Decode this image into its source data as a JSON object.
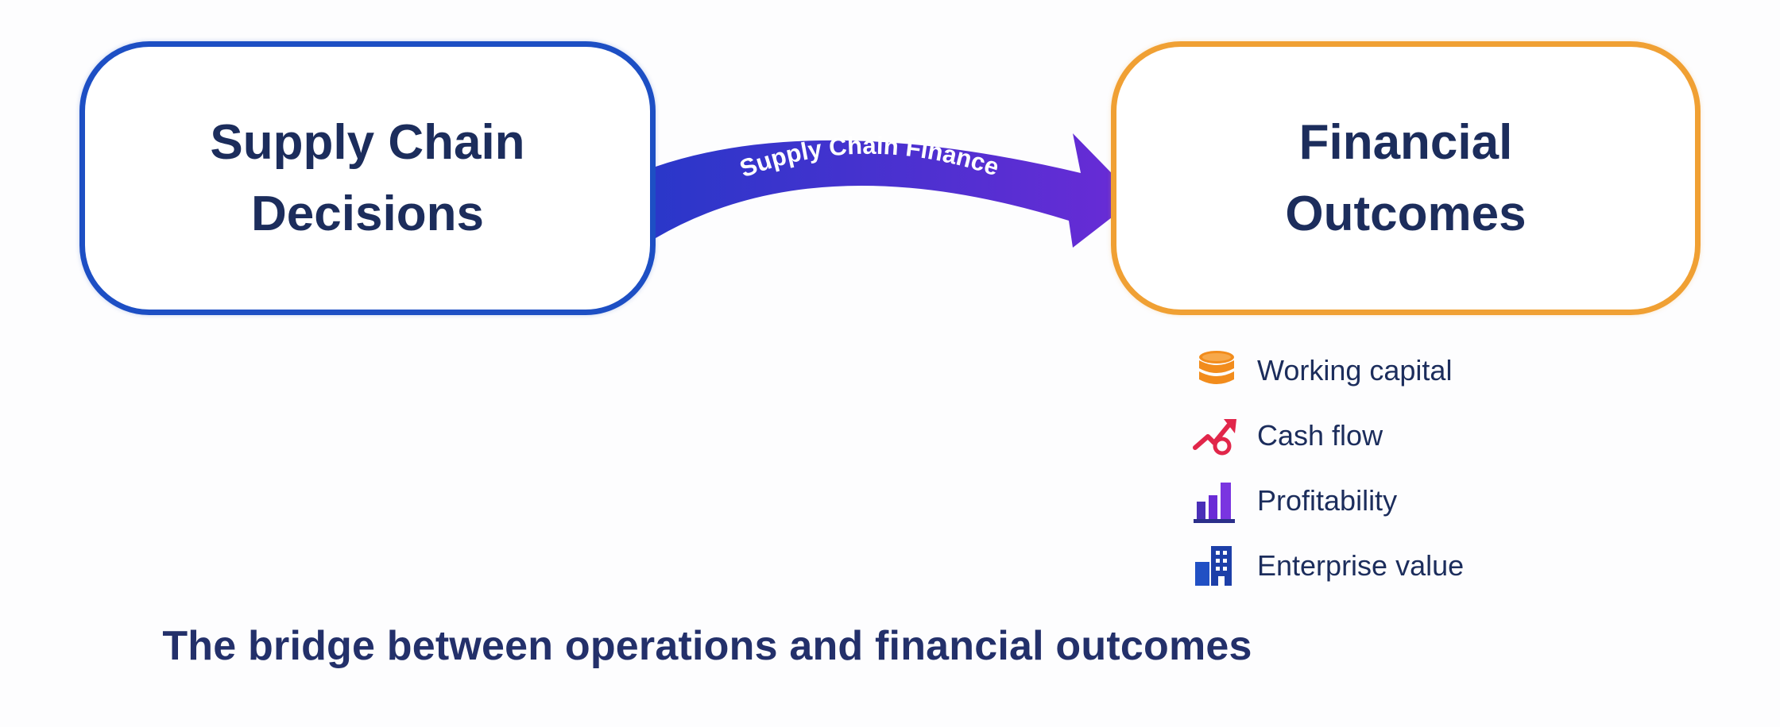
{
  "left_box": {
    "line1": "Supply Chain",
    "line2": "Decisions",
    "border_color": "#1d4fc4"
  },
  "right_box": {
    "line1": "Financial",
    "line2": "Outcomes",
    "border_color": "#f0a033"
  },
  "connector": {
    "label": "Supply Chain Finance",
    "gradient": [
      "#2a37c9",
      "#6a2bd6"
    ]
  },
  "outcomes": [
    {
      "label": "Working capital",
      "icon": "coin-stack-icon",
      "color": "#f28c1c"
    },
    {
      "label": "Cash flow",
      "icon": "cash-flow-arrow-icon",
      "color": "#e1264a"
    },
    {
      "label": "Profitability",
      "icon": "bar-chart-icon",
      "color": "#6a2bd6"
    },
    {
      "label": "Enterprise value",
      "icon": "building-icon",
      "color": "#2150c4"
    }
  ],
  "caption": "The bridge between operations and financial outcomes"
}
